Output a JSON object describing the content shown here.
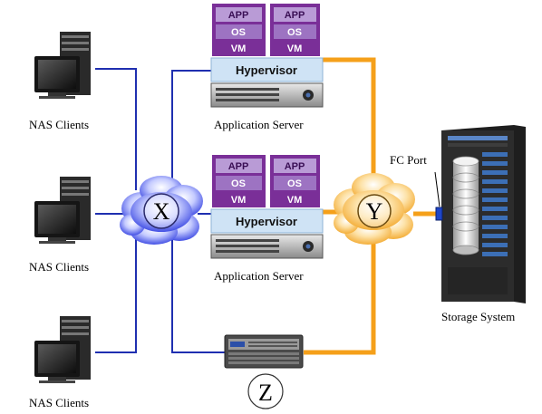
{
  "labels": {
    "nas_client": "NAS Clients",
    "app_server": "Application Server",
    "storage": "Storage System",
    "fc_port": "FC Port",
    "hypervisor": "Hypervisor",
    "vm_stack": [
      "APP",
      "OS",
      "VM"
    ]
  },
  "clouds": {
    "x": "X",
    "y": "Y"
  },
  "node_z": "Z",
  "colors": {
    "lan_link": "#1f2fb0",
    "san_link": "#f5a01a",
    "vm_purple": "#7a2f98",
    "vm_lavender": "#b99bd6",
    "hypervisor_bg": "#cfe3f5",
    "cloud_blue": "#3c49e0",
    "cloud_orange": "#f6b23a"
  }
}
